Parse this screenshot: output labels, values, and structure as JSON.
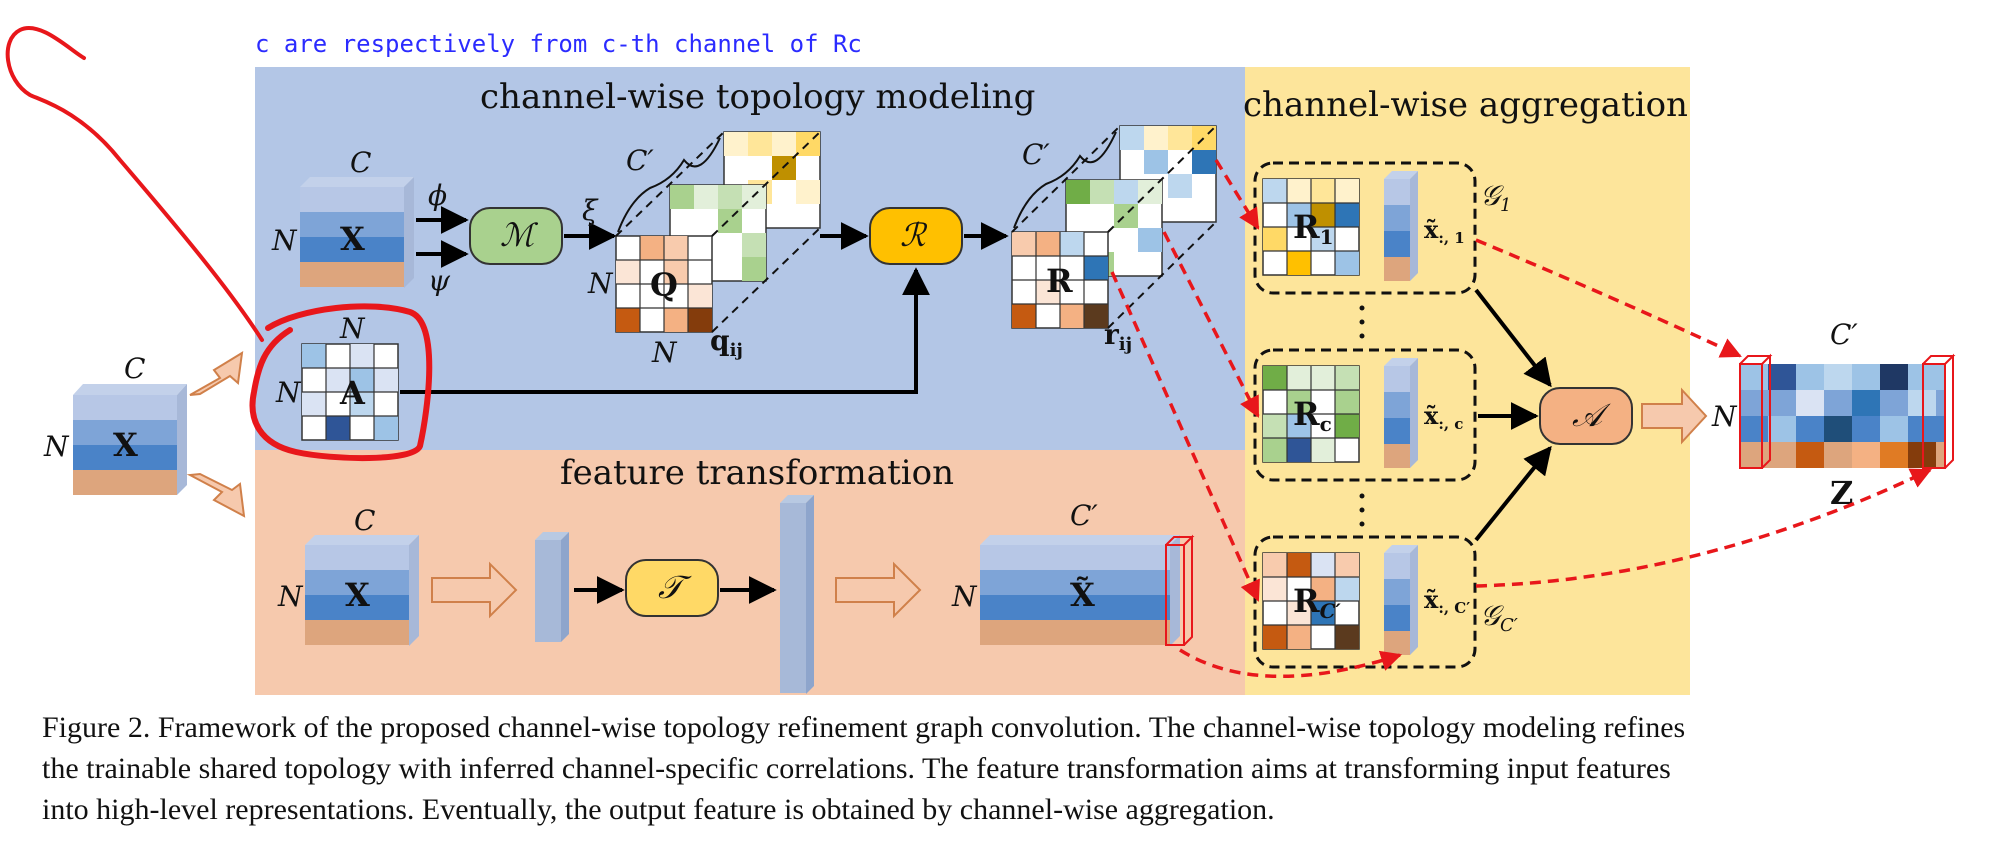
{
  "annotation_text": "c are respectively from c-th channel of Rc",
  "panels": {
    "topology_title": "channel-wise topology modeling",
    "aggregation_title": "channel-wise  aggregation",
    "transform_title": "feature transformation"
  },
  "labels": {
    "C": "C",
    "N": "N",
    "C_prime": "C′",
    "X": "X",
    "X_tilde": "X̃",
    "A": "A",
    "Q": "Q",
    "R": "R",
    "q_ij": "q",
    "q_ij_sub": "ij",
    "r_ij": "r",
    "r_ij_sub": "ij",
    "phi": "ϕ",
    "psi": "ψ",
    "xi": "ξ",
    "M": "ℳ",
    "R_op": "ℛ",
    "T_op": "𝒯",
    "A_op": "𝒜",
    "Z": "Z",
    "R1": "R",
    "R1_sub": "1",
    "Rc": "R",
    "Rc_sub": "c",
    "Rcp": "R",
    "Rcp_sub": "C′",
    "x1": "x̃",
    "x1_sub": ":, 1",
    "xc": "x̃",
    "xc_sub": ":, c",
    "xcp": "x̃",
    "xcp_sub": ":, C′",
    "G1": "𝒢",
    "G1_sub": "1",
    "Gcp": "𝒢",
    "Gcp_sub": "C′"
  },
  "caption": {
    "line1": "Figure 2. Framework of the proposed channel-wise topology refinement graph convolution.  The channel-wise topology modeling refines",
    "line2": "the trainable shared topology with inferred channel-specific correlations.  The feature transformation aims at transforming input features",
    "line3": "into high-level representations. Eventually, the output feature is obtained by channel-wise aggregation."
  },
  "colors": {
    "blue_panel": "#b3c6e6",
    "orange_panel": "#f6c9ad",
    "yellow_panel": "#fde59b",
    "annotation_red": "#e8171b",
    "operator_green": "#a9d18e",
    "operator_yellow": "#ffc000",
    "operator_orange": "#f4b183"
  }
}
